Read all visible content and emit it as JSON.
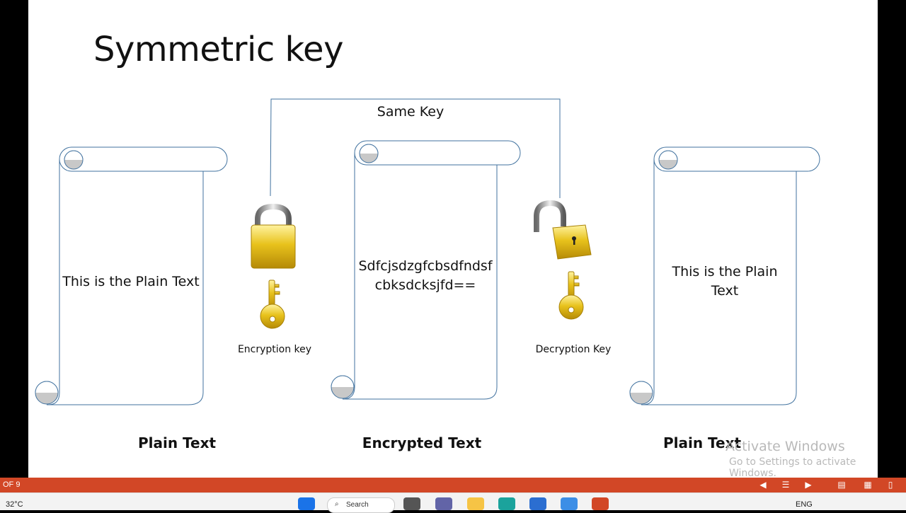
{
  "slide": {
    "title": "Symmetric key",
    "same_key_label": "Same Key",
    "scroll_left_text": [
      "This is the Plain Text"
    ],
    "scroll_middle_text": [
      "Sdfcjsdzgfcbsdfndsf",
      "cbksdcksjfd=="
    ],
    "scroll_right_text": [
      "This is the Plain",
      "Text"
    ],
    "encryption_key_label": "Encryption key",
    "decryption_key_label": "Decryption Key",
    "label_left": "Plain Text",
    "label_middle": "Encrypted Text",
    "label_right": "Plain Text",
    "watermark_line1": "Activate Windows",
    "watermark_line2": "Go to Settings to activate Windows."
  },
  "status_bar": {
    "slide_count": "OF 9",
    "icons": [
      "previous-icon",
      "notes-icon",
      "next-icon",
      "normal-view-icon",
      "slide-sorter-icon",
      "reading-view-icon"
    ]
  },
  "taskbar": {
    "weather": "32°C",
    "search_label": "Search",
    "language": "ENG",
    "icons": [
      "start-icon",
      "search-icon",
      "task-view-icon",
      "teams-icon",
      "file-explorer-icon",
      "edge-icon",
      "store-icon",
      "notepad-icon",
      "powerpoint-icon"
    ]
  },
  "colors": {
    "scroll_stroke": "#41729f",
    "scroll_curl": "#c8c8c8",
    "lock_gold": "#e8c21c",
    "status_bar": "#d24726"
  }
}
